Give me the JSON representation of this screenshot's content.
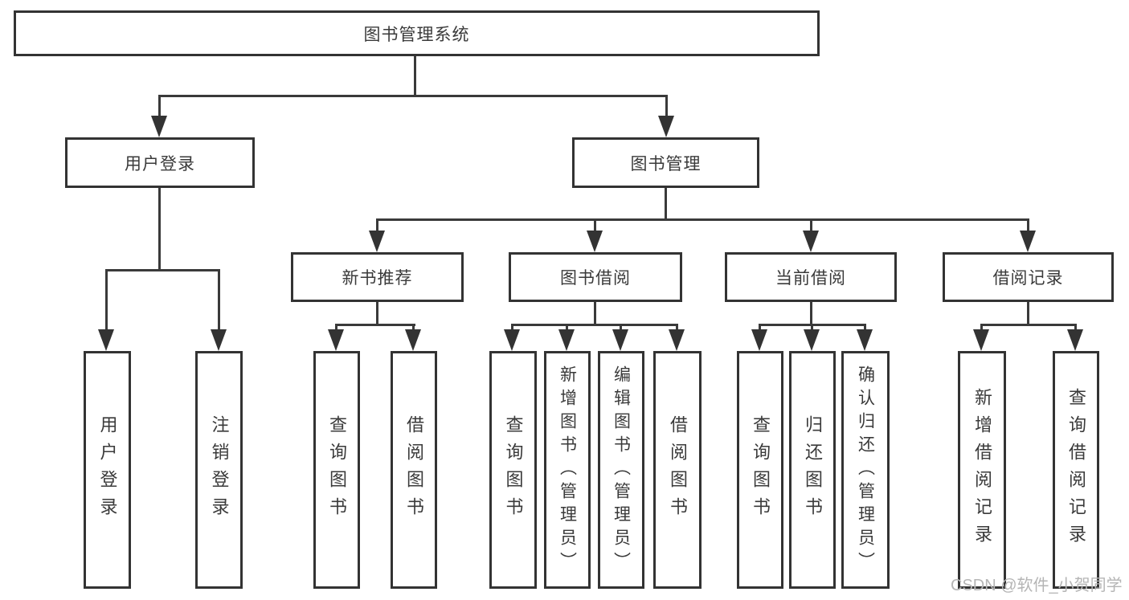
{
  "colors": {
    "background": "#ffffff",
    "line": "#3a3a3a",
    "box_border": "#333333",
    "text": "#3a3a3a",
    "watermark": "#b5b5b5"
  },
  "tree": {
    "root": {
      "label": "图书管理系统"
    },
    "branches": [
      {
        "label": "用户登录",
        "children": [
          {
            "label": "用户登录"
          },
          {
            "label": "注销登录"
          }
        ]
      },
      {
        "label": "图书管理",
        "children": [
          {
            "label": "新书推荐",
            "children": [
              {
                "label": "查询图书"
              },
              {
                "label": "借阅图书"
              }
            ]
          },
          {
            "label": "图书借阅",
            "children": [
              {
                "label": "查询图书"
              },
              {
                "label": "新增图书（管理员）"
              },
              {
                "label": "编辑图书（管理员）"
              },
              {
                "label": "借阅图书"
              }
            ]
          },
          {
            "label": "当前借阅",
            "children": [
              {
                "label": "查询图书"
              },
              {
                "label": "归还图书"
              },
              {
                "label": "确认归还（管理员）"
              }
            ]
          },
          {
            "label": "借阅记录",
            "children": [
              {
                "label": "新增借阅记录"
              },
              {
                "label": "查询借阅记录"
              }
            ]
          }
        ]
      }
    ]
  },
  "watermark": {
    "text": "CSDN @软件_小贺同学"
  }
}
